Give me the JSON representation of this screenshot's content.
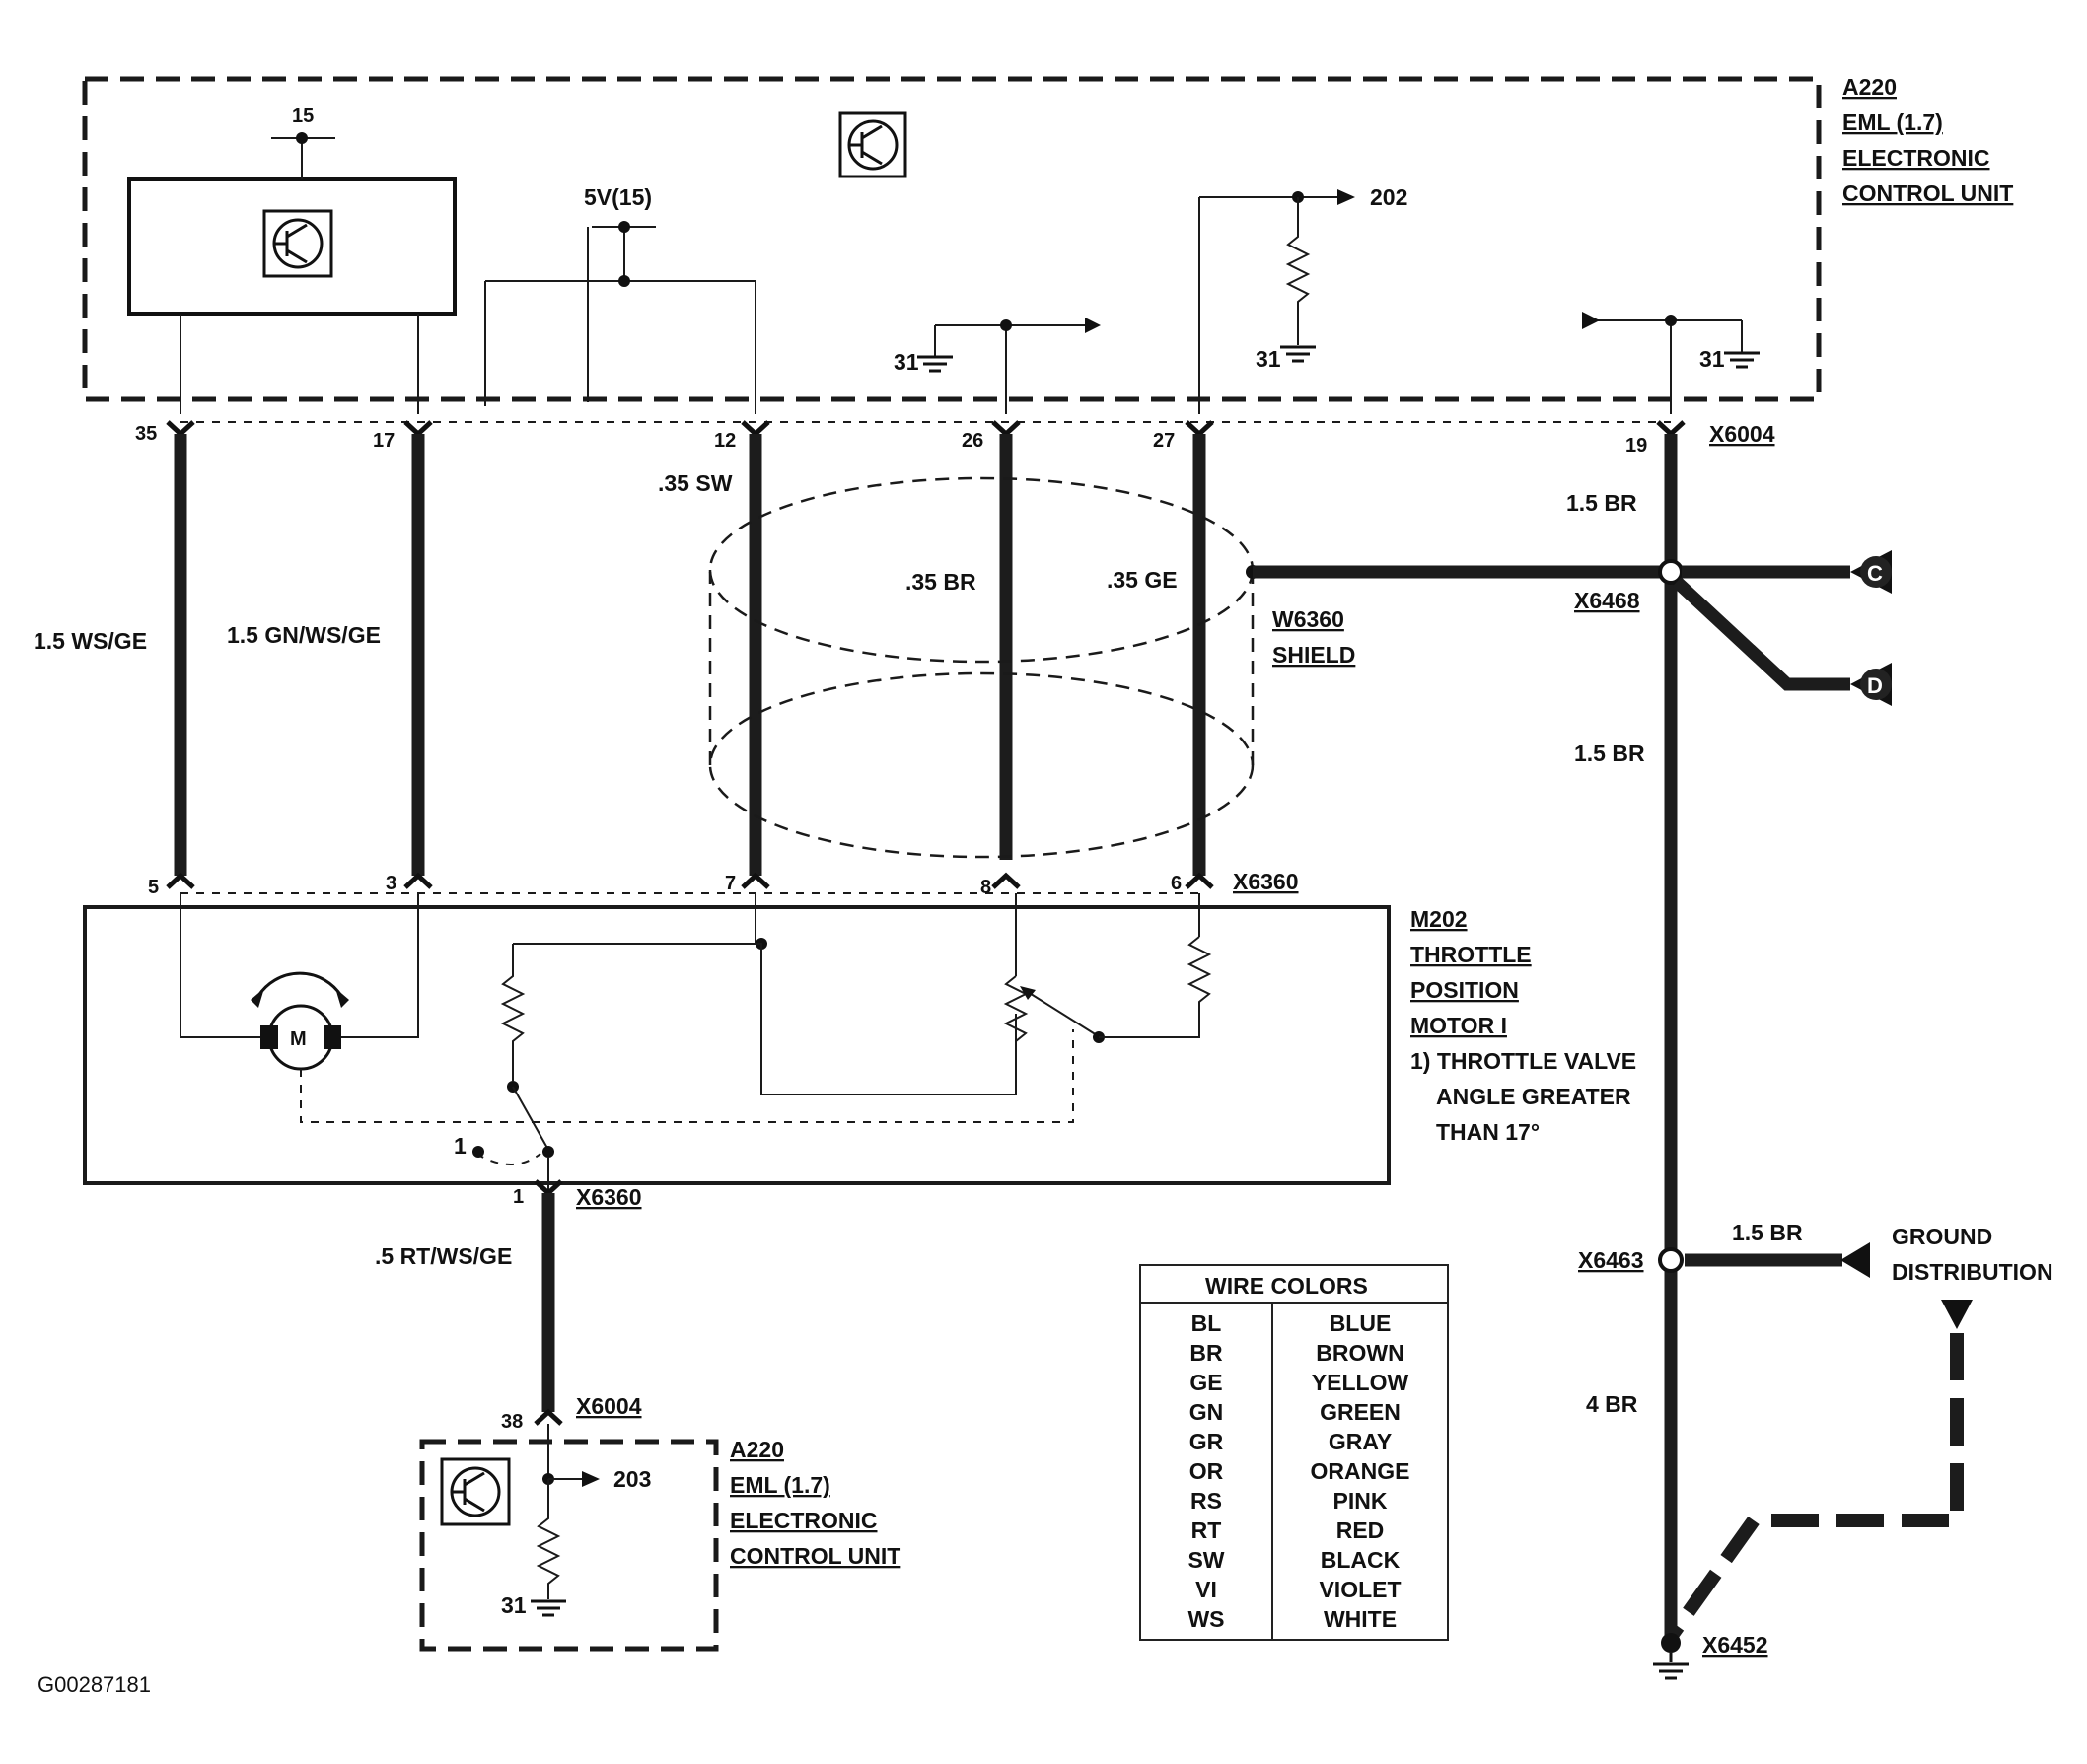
{
  "ecu_top": {
    "label_lines": [
      "A220",
      "EML (1.7)",
      "ELECTRONIC",
      "CONTROL UNIT"
    ],
    "connector": "X6004",
    "supply_15": "15",
    "supply_5v": "5V(15)",
    "ref_202": "202",
    "ground_31": "31",
    "pins": [
      "35",
      "17",
      "12",
      "26",
      "27",
      "19"
    ]
  },
  "wires": {
    "w35": "1.5  WS/GE",
    "w17": "1.5  GN/WS/GE",
    "w12": ".35 SW",
    "w26": ".35 BR",
    "w27": ".35 GE",
    "w19_top": "1.5  BR",
    "w19_mid": "1.5  BR",
    "w_ground": "1.5 BR",
    "w_bottom": "4  BR",
    "w_lower": ".5 RT/WS/GE"
  },
  "shield": {
    "label_lines": [
      "W6360",
      "SHIELD"
    ],
    "splice": "X6468"
  },
  "connectors": {
    "left_pin_dist": "C",
    "right_pin_dist": "D",
    "motor_connector": "X6360",
    "motor_pins": [
      "5",
      "3",
      "7",
      "8",
      "6"
    ],
    "lower_connector": "X6360",
    "lower_pin": "1",
    "ecu2_connector": "X6004",
    "ecu2_pin": "38",
    "ground_splice": "X6463",
    "ground_point": "X6452"
  },
  "motor": {
    "label_lines": [
      "M202",
      "THROTTLE",
      "POSITION",
      "MOTOR I"
    ],
    "note_lines": [
      "1) THROTTLE VALVE",
      "ANGLE GREATER",
      "THAN 17°"
    ],
    "switch_note": "1",
    "motor_symbol": "M"
  },
  "ecu_bottom": {
    "label_lines": [
      "A220",
      "EML (1.7)",
      "ELECTRONIC",
      "CONTROL UNIT"
    ],
    "ref_203": "203",
    "ground_31": "31"
  },
  "ground_distribution": {
    "label_lines": [
      "GROUND",
      "DISTRIBUTION"
    ]
  },
  "wire_colors": {
    "title": "WIRE COLORS",
    "rows": [
      {
        "code": "BL",
        "name": "BLUE"
      },
      {
        "code": "BR",
        "name": "BROWN"
      },
      {
        "code": "GE",
        "name": "YELLOW"
      },
      {
        "code": "GN",
        "name": "GREEN"
      },
      {
        "code": "GR",
        "name": "GRAY"
      },
      {
        "code": "OR",
        "name": "ORANGE"
      },
      {
        "code": "RS",
        "name": "PINK"
      },
      {
        "code": "RT",
        "name": "RED"
      },
      {
        "code": "SW",
        "name": "BLACK"
      },
      {
        "code": "VI",
        "name": "VIOLET"
      },
      {
        "code": "WS",
        "name": "WHITE"
      }
    ]
  },
  "figure_id": "G00287181"
}
